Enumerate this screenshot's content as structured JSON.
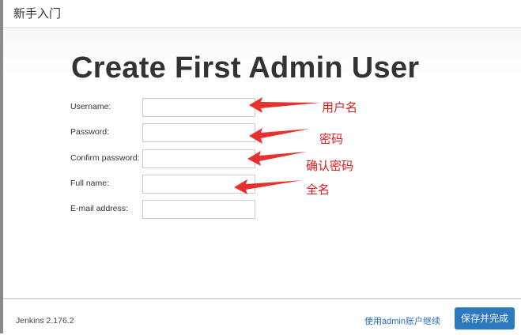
{
  "header": {
    "title": "新手入门"
  },
  "page": {
    "title": "Create First Admin User"
  },
  "form": {
    "fields": [
      {
        "label": "Username:",
        "value": "",
        "annotation": "用户名"
      },
      {
        "label": "Password:",
        "value": "",
        "annotation": "密码"
      },
      {
        "label": "Confirm password:",
        "value": "",
        "annotation": "确认密码"
      },
      {
        "label": "Full name:",
        "value": "",
        "annotation": "全名"
      },
      {
        "label": "E-mail address:",
        "value": ""
      }
    ]
  },
  "footer": {
    "version": "Jenkins 2.176.2",
    "continue_link": "使用admin账户继续",
    "save_button": "保存并完成"
  }
}
